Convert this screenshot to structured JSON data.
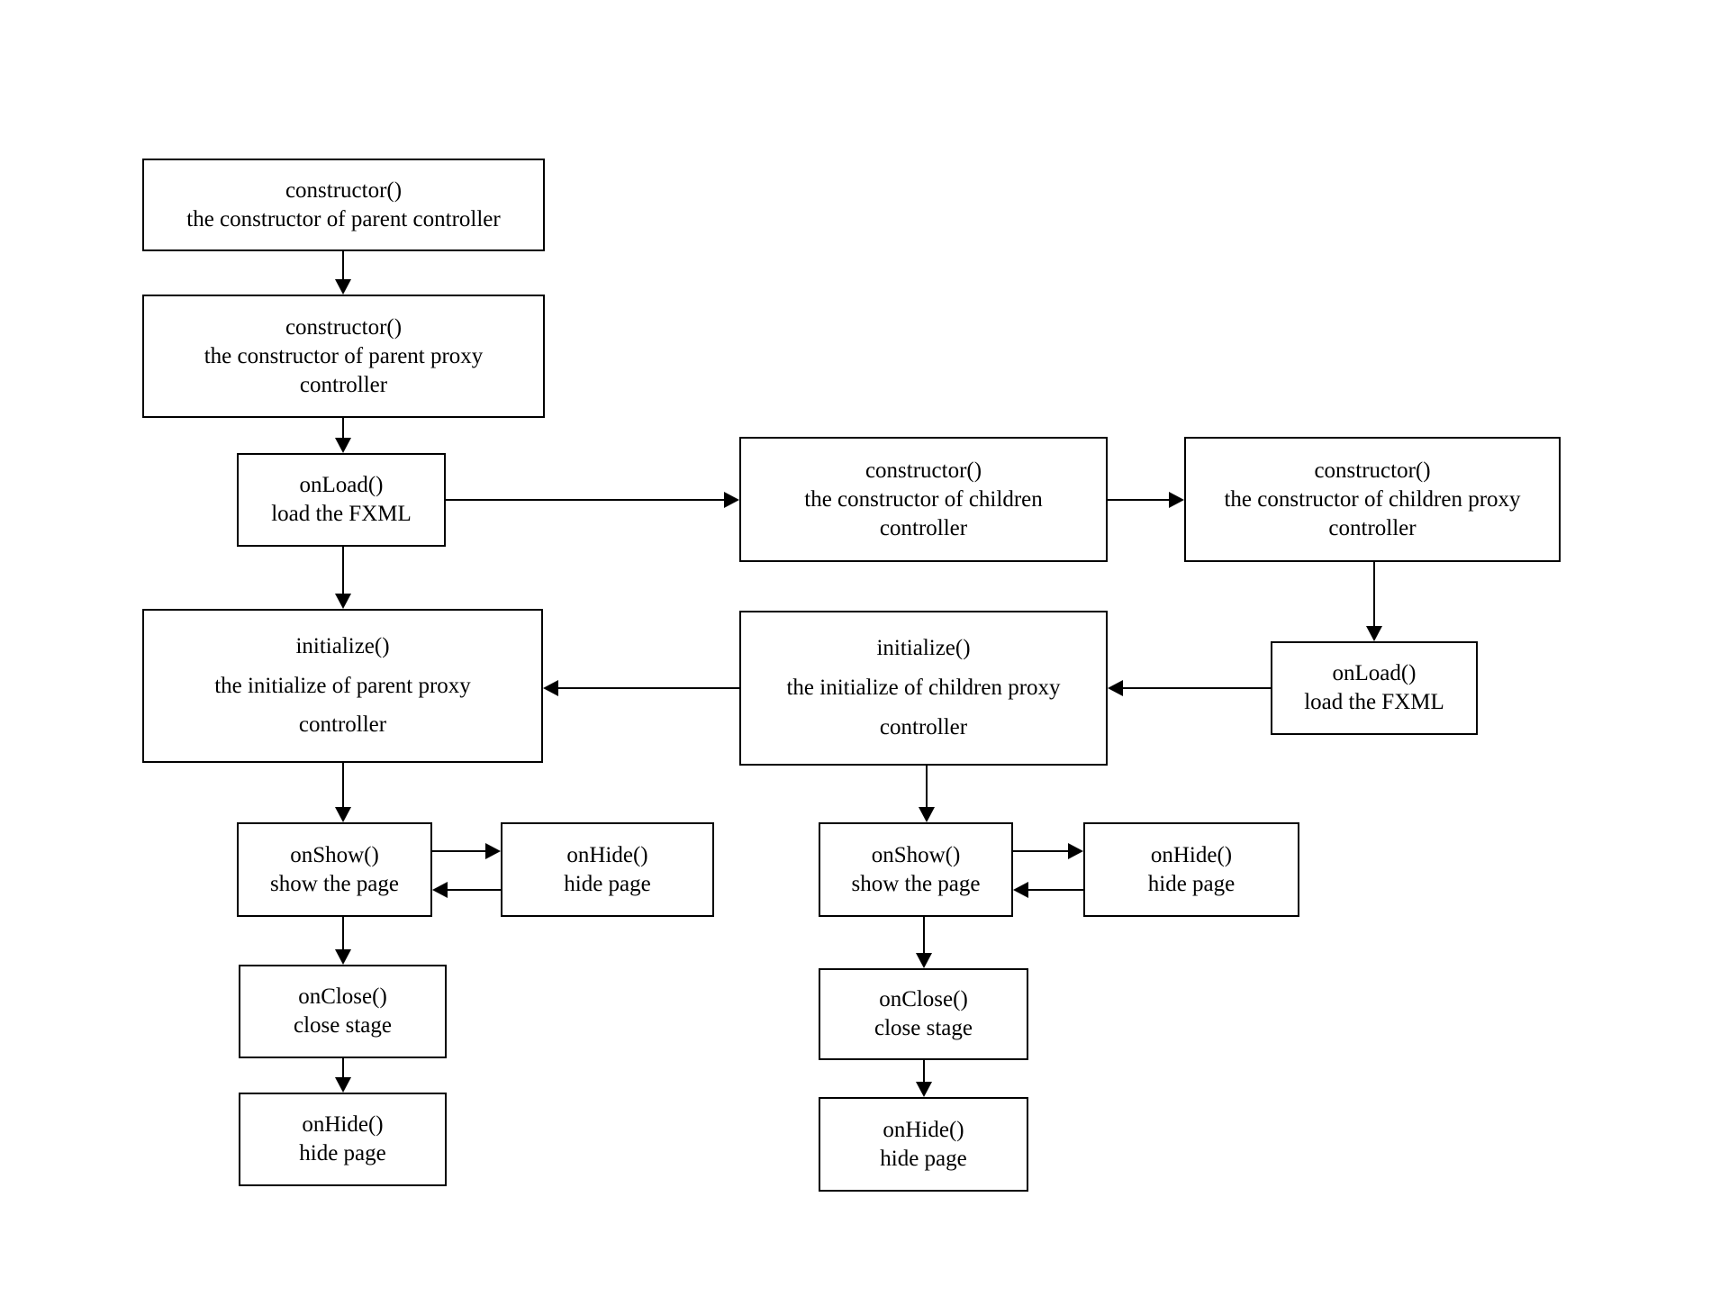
{
  "diagram": {
    "title": "JavaFX controller lifecycle flowchart",
    "background_color": "#ffffff",
    "stroke_color": "#000000",
    "text_color": "#000000",
    "nodes": [
      {
        "id": "parent-controller-constructor",
        "line1": "constructor()",
        "line2": "the constructor of parent controller"
      },
      {
        "id": "parent-proxy-controller-constructor",
        "line1": "constructor()",
        "line2": "the constructor of parent proxy",
        "line3": "controller"
      },
      {
        "id": "parent-onload",
        "line1": "onLoad()",
        "line2": "load the FXML"
      },
      {
        "id": "children-controller-constructor",
        "line1": "constructor()",
        "line2": "the constructor of children",
        "line3": "controller"
      },
      {
        "id": "children-proxy-controller-constructor",
        "line1": "constructor()",
        "line2": "the constructor of children proxy",
        "line3": "controller"
      },
      {
        "id": "parent-proxy-initialize",
        "line1": "initialize()",
        "line2": "the initialize of parent proxy",
        "line3": "controller"
      },
      {
        "id": "children-proxy-initialize",
        "line1": "initialize()",
        "line2": "the initialize of children proxy",
        "line3": "controller"
      },
      {
        "id": "children-onload",
        "line1": "onLoad()",
        "line2": "load the FXML"
      },
      {
        "id": "parent-onshow",
        "line1": "onShow()",
        "line2": "show the page"
      },
      {
        "id": "parent-onhide-side",
        "line1": "onHide()",
        "line2": "hide page"
      },
      {
        "id": "children-onshow",
        "line1": "onShow()",
        "line2": "show the page"
      },
      {
        "id": "children-onhide-side",
        "line1": "onHide()",
        "line2": "hide page"
      },
      {
        "id": "parent-onclose",
        "line1": "onClose()",
        "line2": "close stage"
      },
      {
        "id": "children-onclose",
        "line1": "onClose()",
        "line2": "close stage"
      },
      {
        "id": "parent-onhide-bottom",
        "line1": "onHide()",
        "line2": "hide page"
      },
      {
        "id": "children-onhide-bottom",
        "line1": "onHide()",
        "line2": "hide page"
      }
    ]
  }
}
